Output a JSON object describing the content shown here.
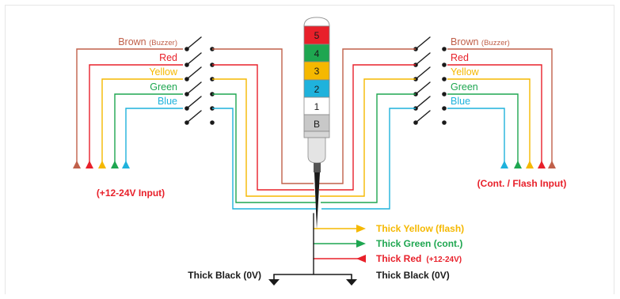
{
  "colors": {
    "brown": "#c0604a",
    "red": "#e8202a",
    "yellow": "#f5b800",
    "green": "#1ea650",
    "blue": "#1fb2dc",
    "black": "#1a1a1a",
    "white_seg": "#ffffff",
    "base_seg": "#c8c8c8"
  },
  "left_labels": [
    {
      "main": "Brown",
      "note": "(Buzzer)",
      "color": "brown"
    },
    {
      "main": "Red",
      "note": "",
      "color": "red"
    },
    {
      "main": "Yellow",
      "note": "",
      "color": "yellow"
    },
    {
      "main": "Green",
      "note": "",
      "color": "green"
    },
    {
      "main": "Blue",
      "note": "",
      "color": "blue"
    }
  ],
  "right_labels": [
    {
      "main": "Brown",
      "note": "(Buzzer)",
      "color": "brown"
    },
    {
      "main": "Red",
      "note": "",
      "color": "red"
    },
    {
      "main": "Yellow",
      "note": "",
      "color": "yellow"
    },
    {
      "main": "Green",
      "note": "",
      "color": "green"
    },
    {
      "main": "Blue",
      "note": "",
      "color": "blue"
    }
  ],
  "tower": [
    {
      "label": "5",
      "color": "red"
    },
    {
      "label": "4",
      "color": "green"
    },
    {
      "label": "3",
      "color": "yellow"
    },
    {
      "label": "2",
      "color": "blue"
    },
    {
      "label": "1",
      "color": "white_seg"
    },
    {
      "label": "B",
      "color": "base_seg"
    }
  ],
  "input_left": "(+12-24V Input)",
  "input_right": "(Cont. / Flash Input)",
  "outputs": [
    {
      "text": "Thick Yellow (flash)",
      "note": "",
      "color": "yellow"
    },
    {
      "text": "Thick Green (cont.)",
      "note": "",
      "color": "green"
    },
    {
      "text": "Thick Red",
      "note": "(+12-24V)",
      "color": "red"
    }
  ],
  "ground_left": "Thick Black (0V)",
  "ground_right": "Thick Black (0V)"
}
